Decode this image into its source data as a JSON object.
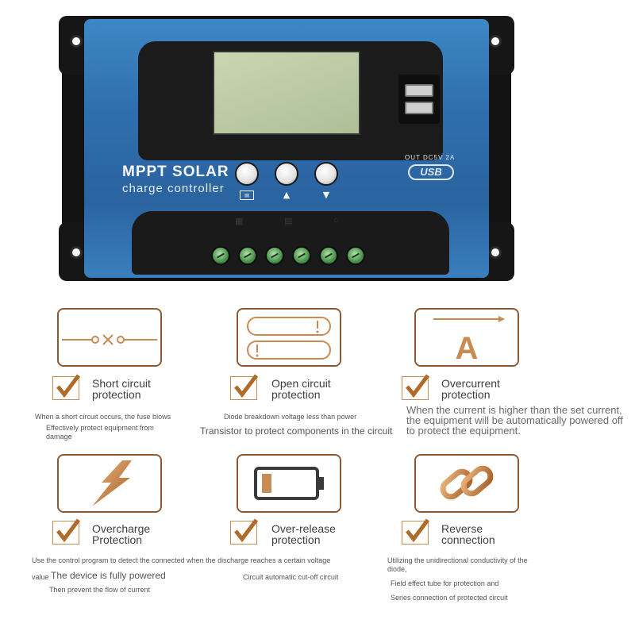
{
  "device": {
    "brand_title": "MPPT SOLAR",
    "brand_subtitle": "charge controller",
    "usb_out_label": "OUT DC5V 2A",
    "usb_logo": "USB",
    "button_icons": [
      "menu-icon",
      "up-arrow-icon",
      "down-arrow-icon"
    ],
    "terminal_count": 6
  },
  "features": [
    {
      "title_line1": "Short circuit",
      "title_line2": "protection",
      "icon": "switch-icon",
      "desc1": "When a short circuit occurs, the fuse blows",
      "desc2": "Effectively protect equipment from damage"
    },
    {
      "title_line1": "Open circuit",
      "title_line2": "protection",
      "icon": "fuse-icon",
      "desc1": "Diode breakdown voltage less than power",
      "desc2": "Transistor to protect components in the circuit"
    },
    {
      "title_line1": "Overcurrent",
      "title_line2": "protection",
      "icon": "ampere-icon",
      "icon_text": "A",
      "desc1": "When the current is higher than the set current, the equipment will be automatically powered off to protect the equipment."
    },
    {
      "title_line1": "Overcharge",
      "title_line2": "Protection",
      "icon": "lightning-icon",
      "desc1": "Use the control program to detect the connected when the discharge reaches a certain voltage",
      "desc1_prefix": "value",
      "desc2": "The device is fully powered",
      "desc3": "Then prevent the flow of current"
    },
    {
      "title_line1": "Over-release",
      "title_line2": "protection",
      "icon": "battery-low-icon",
      "desc1": "Circuit automatic cut-off circuit"
    },
    {
      "title_line1": "Reverse",
      "title_line2": "connection",
      "icon": "chain-link-icon",
      "desc1": "Utilizing the unidirectional conductivity of the diode,",
      "desc2": "Field effect tube for protection and",
      "desc3": "Series connection of protected circuit"
    }
  ],
  "colors": {
    "panel_blue": "#2f6fae",
    "accent_brown": "#8a5a33",
    "icon_gold": "#c98b54"
  }
}
